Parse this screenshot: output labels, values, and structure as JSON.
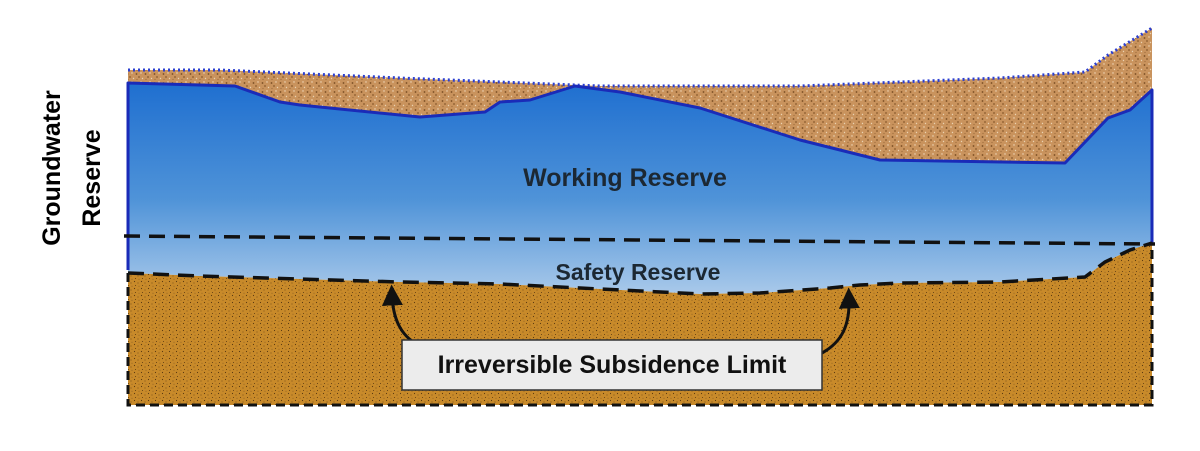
{
  "axis_label": {
    "line1": "Groundwater",
    "line2": "Reserve"
  },
  "zones": {
    "working": "Working Reserve",
    "safety": "Safety Reserve"
  },
  "callout": {
    "text": "Irreversible Subsidence Limit"
  },
  "colors": {
    "water_top": "#1f6fd0",
    "water_bottom": "#a9c9ea",
    "topsoil": "#c9935d",
    "aquifer_sediment": "#c88a2a",
    "water_outline": "#1a2bb8",
    "callout_fill": "#ececec"
  }
}
